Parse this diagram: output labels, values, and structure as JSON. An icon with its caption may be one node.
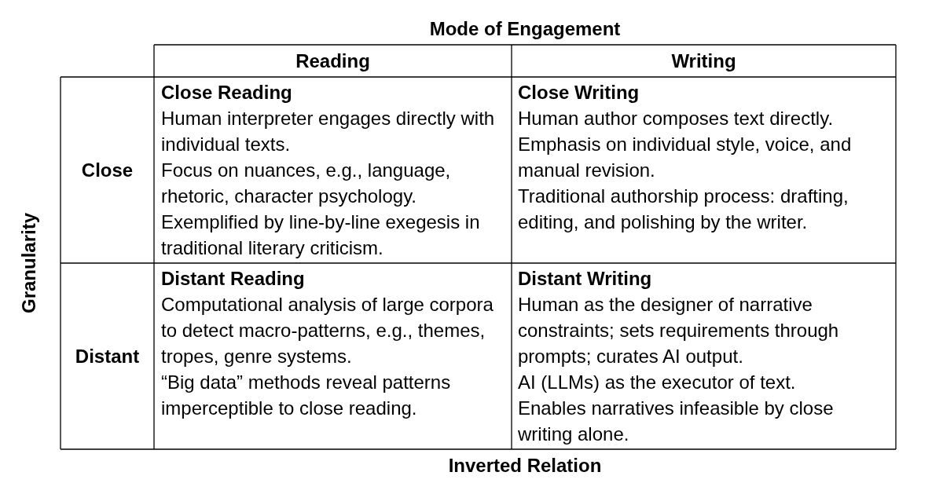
{
  "diagram": {
    "labels": [
      "Mode of Engagement",
      "Reading",
      "Writing",
      "Close",
      "Close Reading",
      "Human interpreter engages directly with individual texts.",
      "Focus on nuances, e.g., language, rhetoric, character psychology.",
      "Exemplified by line-by-line exegesis in traditional literary criticism.",
      "Close Writing",
      "Human author composes text directly.",
      "Emphasis on individual style, voice, and manual revision.",
      "Traditional authorship process: drafting, editing, and polishing by the writer.",
      "Distant",
      "Distant Reading",
      "Computational analysis of large corpora to detect macro-patterns, e.g., themes, tropes, genre systems.",
      "“Big data” methods reveal patterns imperceptible to close reading.",
      "Distant Writing",
      "Human as the designer of narrative constraints; sets requirements through prompts; curates AI output.",
      "AI (LLMs) as the executor of text.",
      "Enables narratives infeasible by close writing alone.",
      "Granularity",
      "Inverted Relation"
    ]
  }
}
